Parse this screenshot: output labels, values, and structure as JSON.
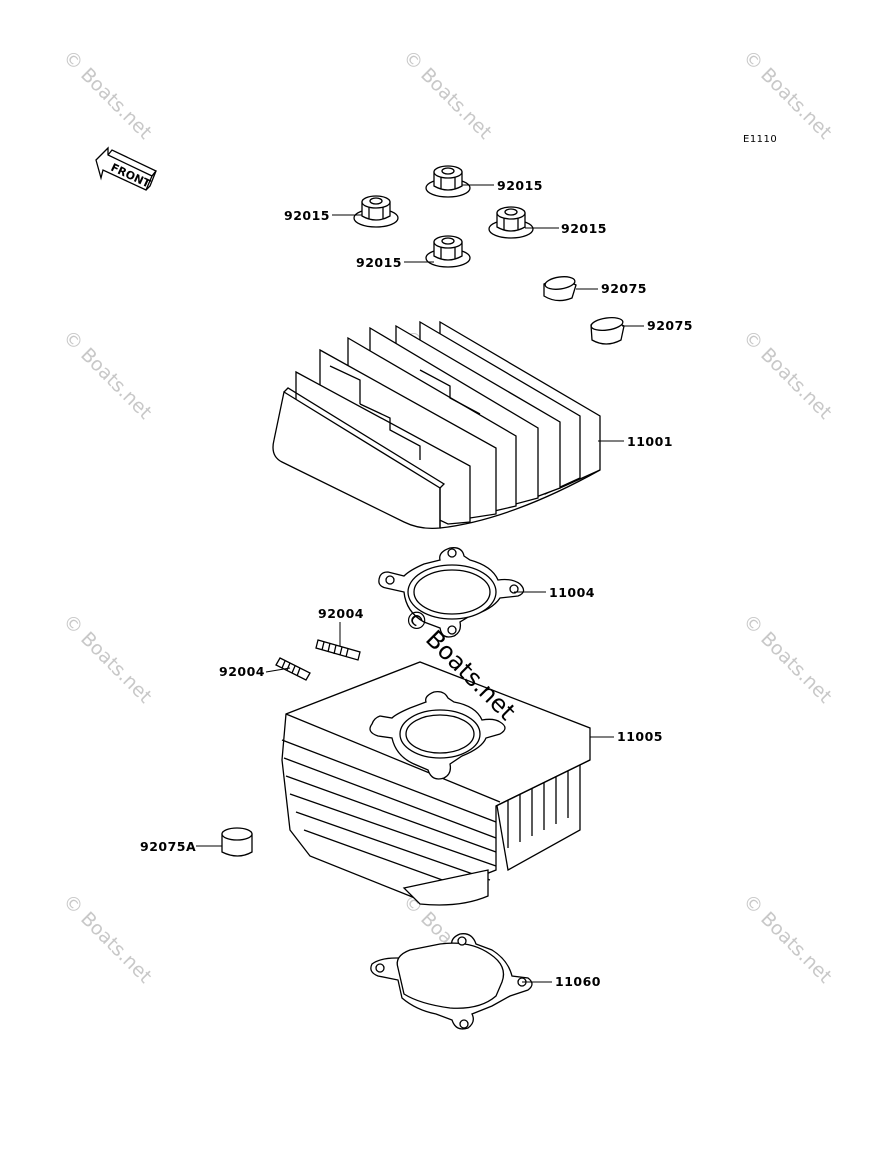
{
  "diagram_code": "E1110",
  "front_label": "FRONT",
  "watermark": "© Boats.net",
  "parts": {
    "nut_top": "92015",
    "nut_left": "92015",
    "nut_right": "92015",
    "nut_bottom": "92015",
    "dowel_upper": "92075",
    "dowel_lower": "92075",
    "cylinder_head": "11001",
    "head_gasket": "11004",
    "stud_upper": "92004",
    "stud_lower": "92004",
    "cylinder": "11005",
    "dowel_cylinder": "92075A",
    "base_gasket": "11060"
  }
}
